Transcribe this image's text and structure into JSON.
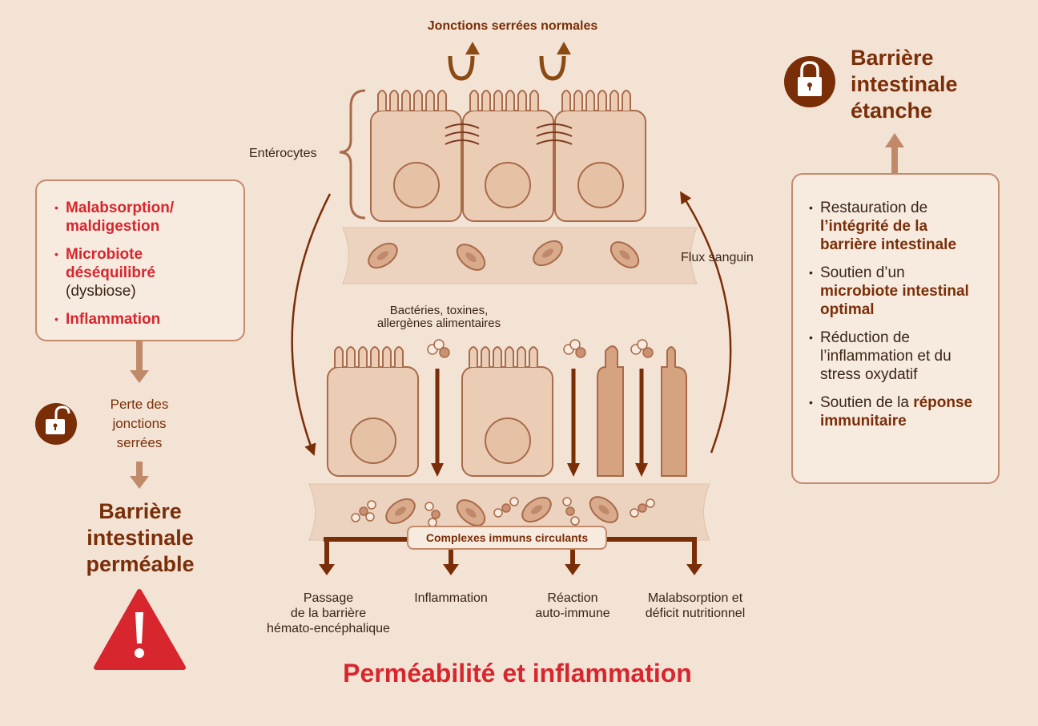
{
  "colors": {
    "background": "#f3e3d5",
    "cell": "#ebcdb6",
    "cell_outline": "#a86a48",
    "dark_brown": "#7a2e08",
    "red": "#d7262e",
    "box_border": "#c48a6c"
  },
  "header": {
    "top_label": "Jonctions serrées normales"
  },
  "labels": {
    "enterocytes": "Entérocytes",
    "blood_flow": "Flux sanguin",
    "bacteria_line1": "Bactéries, toxines,",
    "bacteria_line2": "allergènes alimentaires",
    "immune_complexes": "Complexes immuns circulants"
  },
  "left_panel": {
    "items": [
      {
        "red": "Malabsorption/ maldigestion",
        "plain": ""
      },
      {
        "red": "Microbiote déséquilibré",
        "plain": "(dysbiose)"
      },
      {
        "red": "Inflammation",
        "plain": ""
      }
    ],
    "loss_line1": "Perte des",
    "loss_line2": "jonctions",
    "loss_line3": "serrées",
    "title_line1": "Barrière",
    "title_line2": "intestinale",
    "title_line3": "perméable",
    "unlock_icon": "unlocked-padlock-icon",
    "warning_icon": "warning-triangle-icon"
  },
  "right_panel": {
    "title_line1": "Barrière",
    "title_line2": "intestinale",
    "title_line3": "étanche",
    "lock_icon": "locked-padlock-icon",
    "items": [
      {
        "pre": "Restauration de ",
        "bold": "l’intégrité de la barrière intestinale",
        "post": ""
      },
      {
        "pre": "Soutien d’un ",
        "bold": "microbiote intestinal optimal",
        "post": ""
      },
      {
        "pre": "Réduction de l’inflammation et du stress oxydatif",
        "bold": "",
        "post": ""
      },
      {
        "pre": "Soutien de la ",
        "bold": "réponse immunitaire",
        "post": ""
      }
    ]
  },
  "consequences": [
    {
      "line1": "Passage",
      "line2": "de la barrière",
      "line3": "hémato-encéphalique"
    },
    {
      "line1": "Inflammation",
      "line2": "",
      "line3": ""
    },
    {
      "line1": "Réaction",
      "line2": "auto-immune",
      "line3": ""
    },
    {
      "line1": "Malabsorption et",
      "line2": "déficit nutritionnel",
      "line3": ""
    }
  ],
  "footer": {
    "title": "Perméabilité et inflammation"
  }
}
